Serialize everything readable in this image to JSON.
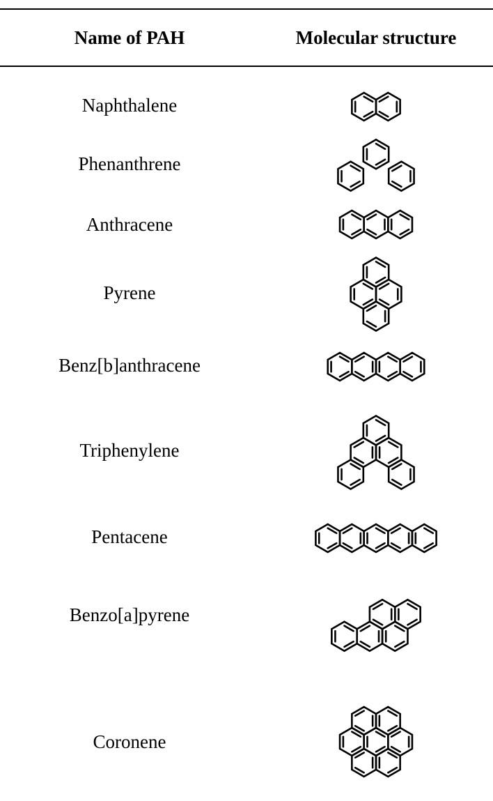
{
  "header": {
    "name_col": "Name of PAH",
    "structure_col": "Molecular structure"
  },
  "rows": [
    {
      "name": "Naphthalene",
      "structure_icon": "naphthalene-structure-icon"
    },
    {
      "name": "Phenanthrene",
      "structure_icon": "phenanthrene-structure-icon"
    },
    {
      "name": "Anthracene",
      "structure_icon": "anthracene-structure-icon"
    },
    {
      "name": "Pyrene",
      "structure_icon": "pyrene-structure-icon"
    },
    {
      "name": "Benz[b]anthracene",
      "structure_icon": "benz-b-anthracene-structure-icon"
    },
    {
      "name": "Triphenylene",
      "structure_icon": "triphenylene-structure-icon"
    },
    {
      "name": "Pentacene",
      "structure_icon": "pentacene-structure-icon"
    },
    {
      "name": "Benzo[a]pyrene",
      "structure_icon": "benzo-a-pyrene-structure-icon"
    },
    {
      "name": "Coronene",
      "structure_icon": "coronene-structure-icon"
    }
  ],
  "colors": {
    "text": "#000000",
    "background": "#ffffff"
  }
}
